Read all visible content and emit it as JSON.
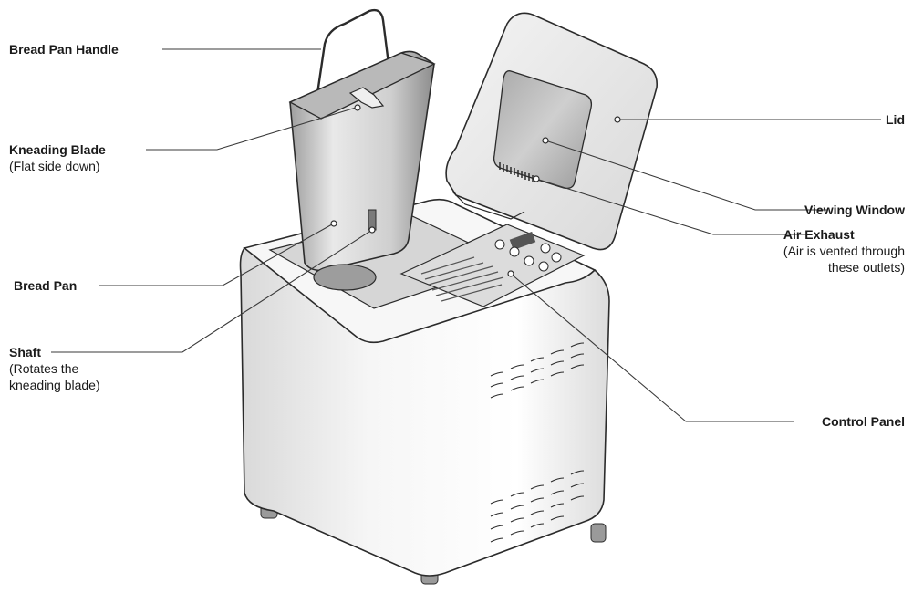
{
  "labels": {
    "bread_pan_handle": {
      "title": "Bread Pan Handle"
    },
    "kneading_blade": {
      "title": "Kneading Blade",
      "note": "(Flat side down)"
    },
    "bread_pan": {
      "title": "Bread Pan"
    },
    "shaft": {
      "title": "Shaft",
      "note_line1": "(Rotates the",
      "note_line2": "kneading blade)"
    },
    "lid": {
      "title": "Lid"
    },
    "viewing_window": {
      "title": "Viewing Window"
    },
    "air_exhaust": {
      "title": "Air Exhaust",
      "note_line1": "(Air is vented through",
      "note_line2": "these outlets)"
    },
    "control_panel": {
      "title": "Control Panel"
    }
  },
  "colors": {
    "leader_line": "#3a3a3a",
    "body_fill": "#f1f1f1",
    "outline": "#2b2b2b"
  }
}
